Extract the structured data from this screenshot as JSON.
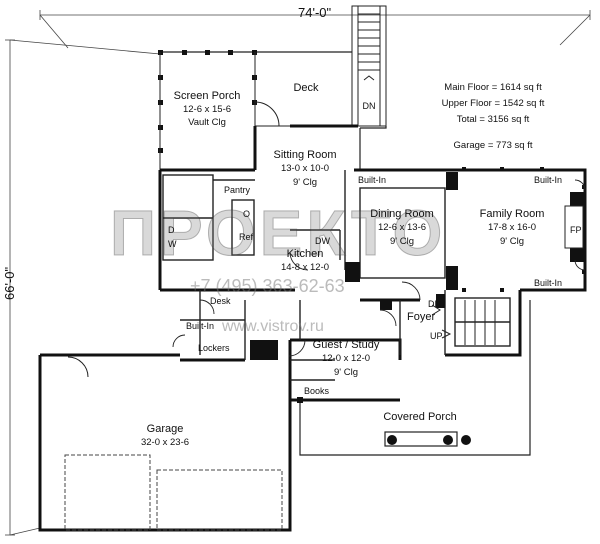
{
  "overall": {
    "width": "74'-0\"",
    "depth": "66'-0\""
  },
  "stats": {
    "main_floor": "Main Floor = 1614 sq ft",
    "upper_floor": "Upper Floor = 1542 sq ft",
    "total": "Total = 3156 sq ft",
    "garage": "Garage = 773 sq ft"
  },
  "rooms": {
    "screen_porch": {
      "name": "Screen Porch",
      "size": "12-6 x 15-6",
      "note": "Vault Clg"
    },
    "deck": {
      "name": "Deck"
    },
    "sitting_room": {
      "name": "Sitting Room",
      "size": "13-0 x 10-0",
      "note": "9' Clg"
    },
    "dining_room": {
      "name": "Dining Room",
      "size": "12-6 x 13-6",
      "note": "9' Clg"
    },
    "family_room": {
      "name": "Family Room",
      "size": "17-8 x 16-0",
      "note": "9' Clg"
    },
    "kitchen": {
      "name": "Kitchen",
      "size": "14-8 x 12-0"
    },
    "guest_study": {
      "name": "Guest / Study",
      "size": "12-0 x 12-0",
      "note": "9' Clg"
    },
    "garage": {
      "name": "Garage",
      "size": "32-0 x 23-6"
    },
    "covered_porch": {
      "name": "Covered Porch"
    }
  },
  "labels": {
    "dn_deck": "DN",
    "pantry": "Pantry",
    "o": "O",
    "ref": "Ref",
    "dw": "DW",
    "d": "D",
    "w": "W",
    "built_in_dining": "Built-In",
    "built_in_family_top": "Built-In",
    "built_in_family_bottom": "Built-In",
    "fp": "FP",
    "desk": "Desk",
    "built_in_mud": "Built-In",
    "lockers": "Lockers",
    "dn_foyer": "DN",
    "foyer": "Foyer",
    "up": "UP",
    "books": "Books"
  },
  "watermark": {
    "logo": "ПРОЕКТО",
    "phone": "+7 (495) 363-62-63",
    "url": "www.vistrov.ru"
  }
}
